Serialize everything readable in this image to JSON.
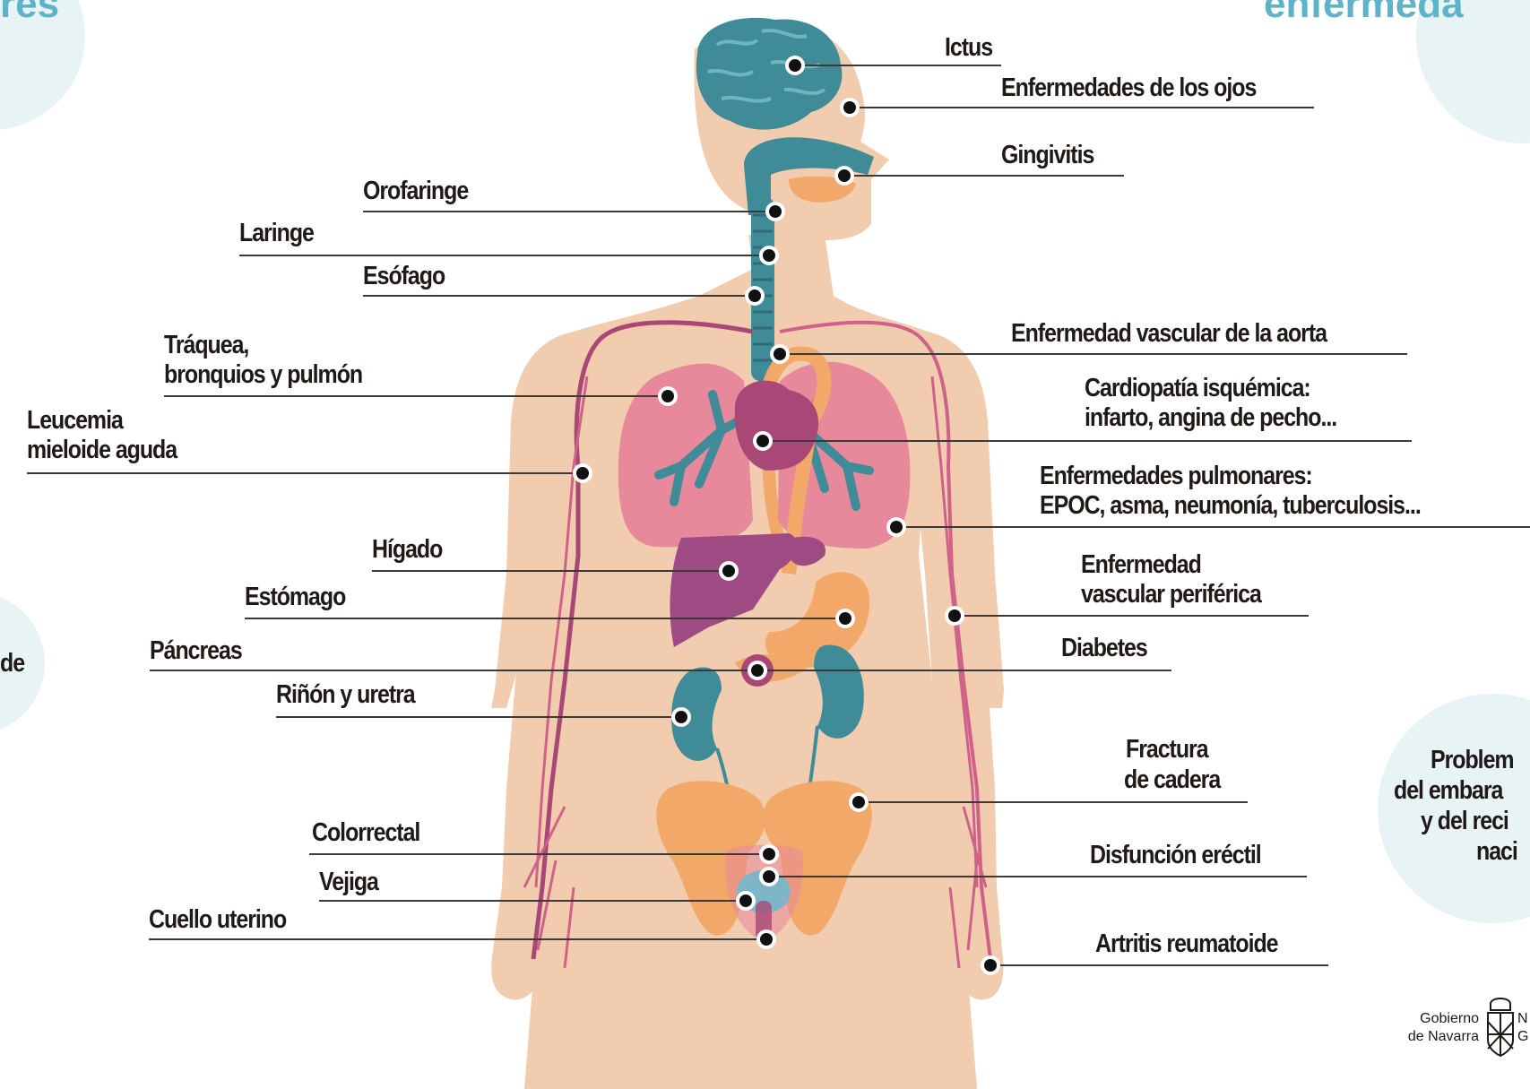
{
  "header": {
    "left_fragment": "res",
    "right_fragment": "enfermeda"
  },
  "labels": {
    "ictus": "Ictus",
    "ojos": "Enfermedades de los ojos",
    "gingivitis": "Gingivitis",
    "orofaringe": "Orofaringe",
    "laringe": "Laringe",
    "esofago": "Esófago",
    "traquea_1": "Tráquea,",
    "traquea_2": "bronquios y pulmón",
    "leucemia_1": "Leucemia",
    "leucemia_2": "mieloide aguda",
    "aorta": "Enfermedad vascular de la aorta",
    "cardio_1": "Cardiopatía isquémica:",
    "cardio_2": "infarto, angina de pecho...",
    "pulmon_1": "Enfermedades pulmonares:",
    "pulmon_2": "EPOC, asma, neumonía, tuberculosis...",
    "higado": "Hígado",
    "estomago": "Estómago",
    "periferica_1": "Enfermedad",
    "periferica_2": "vascular periférica",
    "pancreas": "Páncreas",
    "diabetes": "Diabetes",
    "rinon": "Riñón y uretra",
    "cadera_1": "Fractura",
    "cadera_2": "de cadera",
    "colorrectal": "Colorrectal",
    "erectil": "Disfunción eréctil",
    "vejiga": "Vejiga",
    "cuello": "Cuello uterino",
    "artritis": "Artritis reumatoide",
    "left_badge_fragment": "de",
    "right_badge_1": "Problem",
    "right_badge_2": "del embara",
    "right_badge_3": "y del reci",
    "right_badge_4": "naci"
  },
  "logo": {
    "line1": "Gobierno",
    "line2": "de Navarra",
    "side1": "N",
    "side2": "G"
  },
  "colors": {
    "skin": "#f1ccaf",
    "teal": "#3f8b98",
    "lung": "#e8889b",
    "heart": "#a94876",
    "liver": "#9e4a83",
    "orange": "#f2a868",
    "vessel": "#d0628a",
    "bubble": "#e8f3f6",
    "header_text": "#5fb3c8",
    "label_text": "#1f1a17"
  }
}
